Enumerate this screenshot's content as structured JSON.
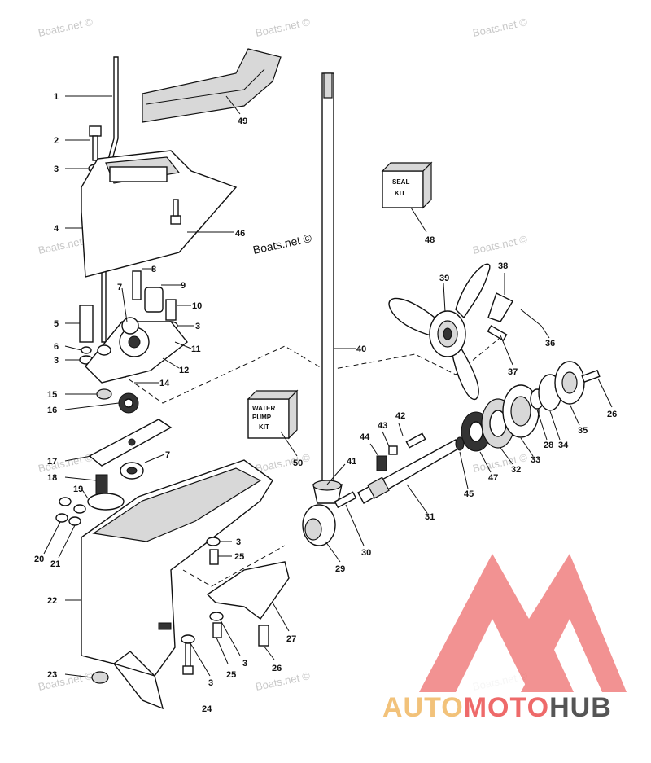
{
  "watermark": "Boats.net ©",
  "kits": {
    "seal_kit": [
      "SEAL",
      "KIT"
    ],
    "water_pump_kit": [
      "WATER",
      "PUMP",
      "KIT"
    ]
  },
  "brand": {
    "part1": "AUTO",
    "part2": "MOTO",
    "part3": "HUB",
    "colors": {
      "part1": "#f2c27a",
      "part2": "#ee6a6a",
      "part3": "#555555",
      "logo": "#f08080"
    }
  },
  "callouts": {
    "1": "1",
    "2": "2",
    "3": "3",
    "4": "4",
    "5": "5",
    "6": "6",
    "7": "7",
    "8": "8",
    "9": "9",
    "10": "10",
    "11": "11",
    "12": "12",
    "14": "14",
    "15": "15",
    "16": "16",
    "17": "17",
    "18": "18",
    "19": "19",
    "20": "20",
    "21": "21",
    "22": "22",
    "23": "23",
    "24": "24",
    "25": "25",
    "26": "26",
    "27": "27",
    "28": "28",
    "29": "29",
    "30": "30",
    "31": "31",
    "32": "32",
    "33": "33",
    "34": "34",
    "35": "35",
    "36": "36",
    "37": "37",
    "38": "38",
    "39": "39",
    "40": "40",
    "41": "41",
    "42": "42",
    "43": "43",
    "44": "44",
    "45": "45",
    "46": "46",
    "47": "47",
    "48": "48",
    "49": "49",
    "50": "50"
  }
}
